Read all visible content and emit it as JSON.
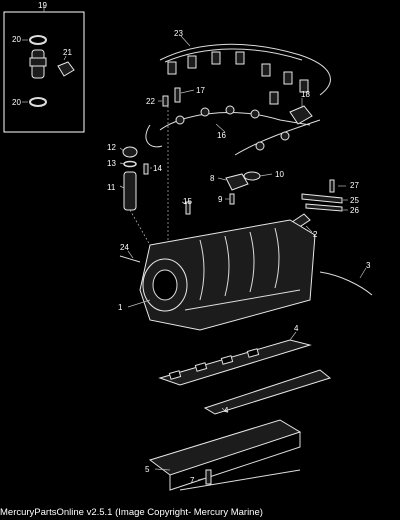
{
  "diagram": {
    "callouts": {
      "c1": "1",
      "c2": "2",
      "c3": "3",
      "c4a": "4",
      "c4b": "4",
      "c5": "5",
      "c7": "7",
      "c8": "8",
      "c9": "9",
      "c10": "10",
      "c11": "11",
      "c12": "12",
      "c13": "13",
      "c14": "14",
      "c15": "15",
      "c16": "16",
      "c17": "17",
      "c18": "18",
      "c19": "19",
      "c20a": "20",
      "c20b": "20",
      "c21": "21",
      "c22": "22",
      "c23": "23",
      "c24": "24",
      "c25": "25",
      "c26": "26",
      "c27": "27"
    }
  },
  "footer": {
    "copyright": "MercuryPartsOnline v2.5.1 (Image Copyright- Mercury Marine)"
  }
}
